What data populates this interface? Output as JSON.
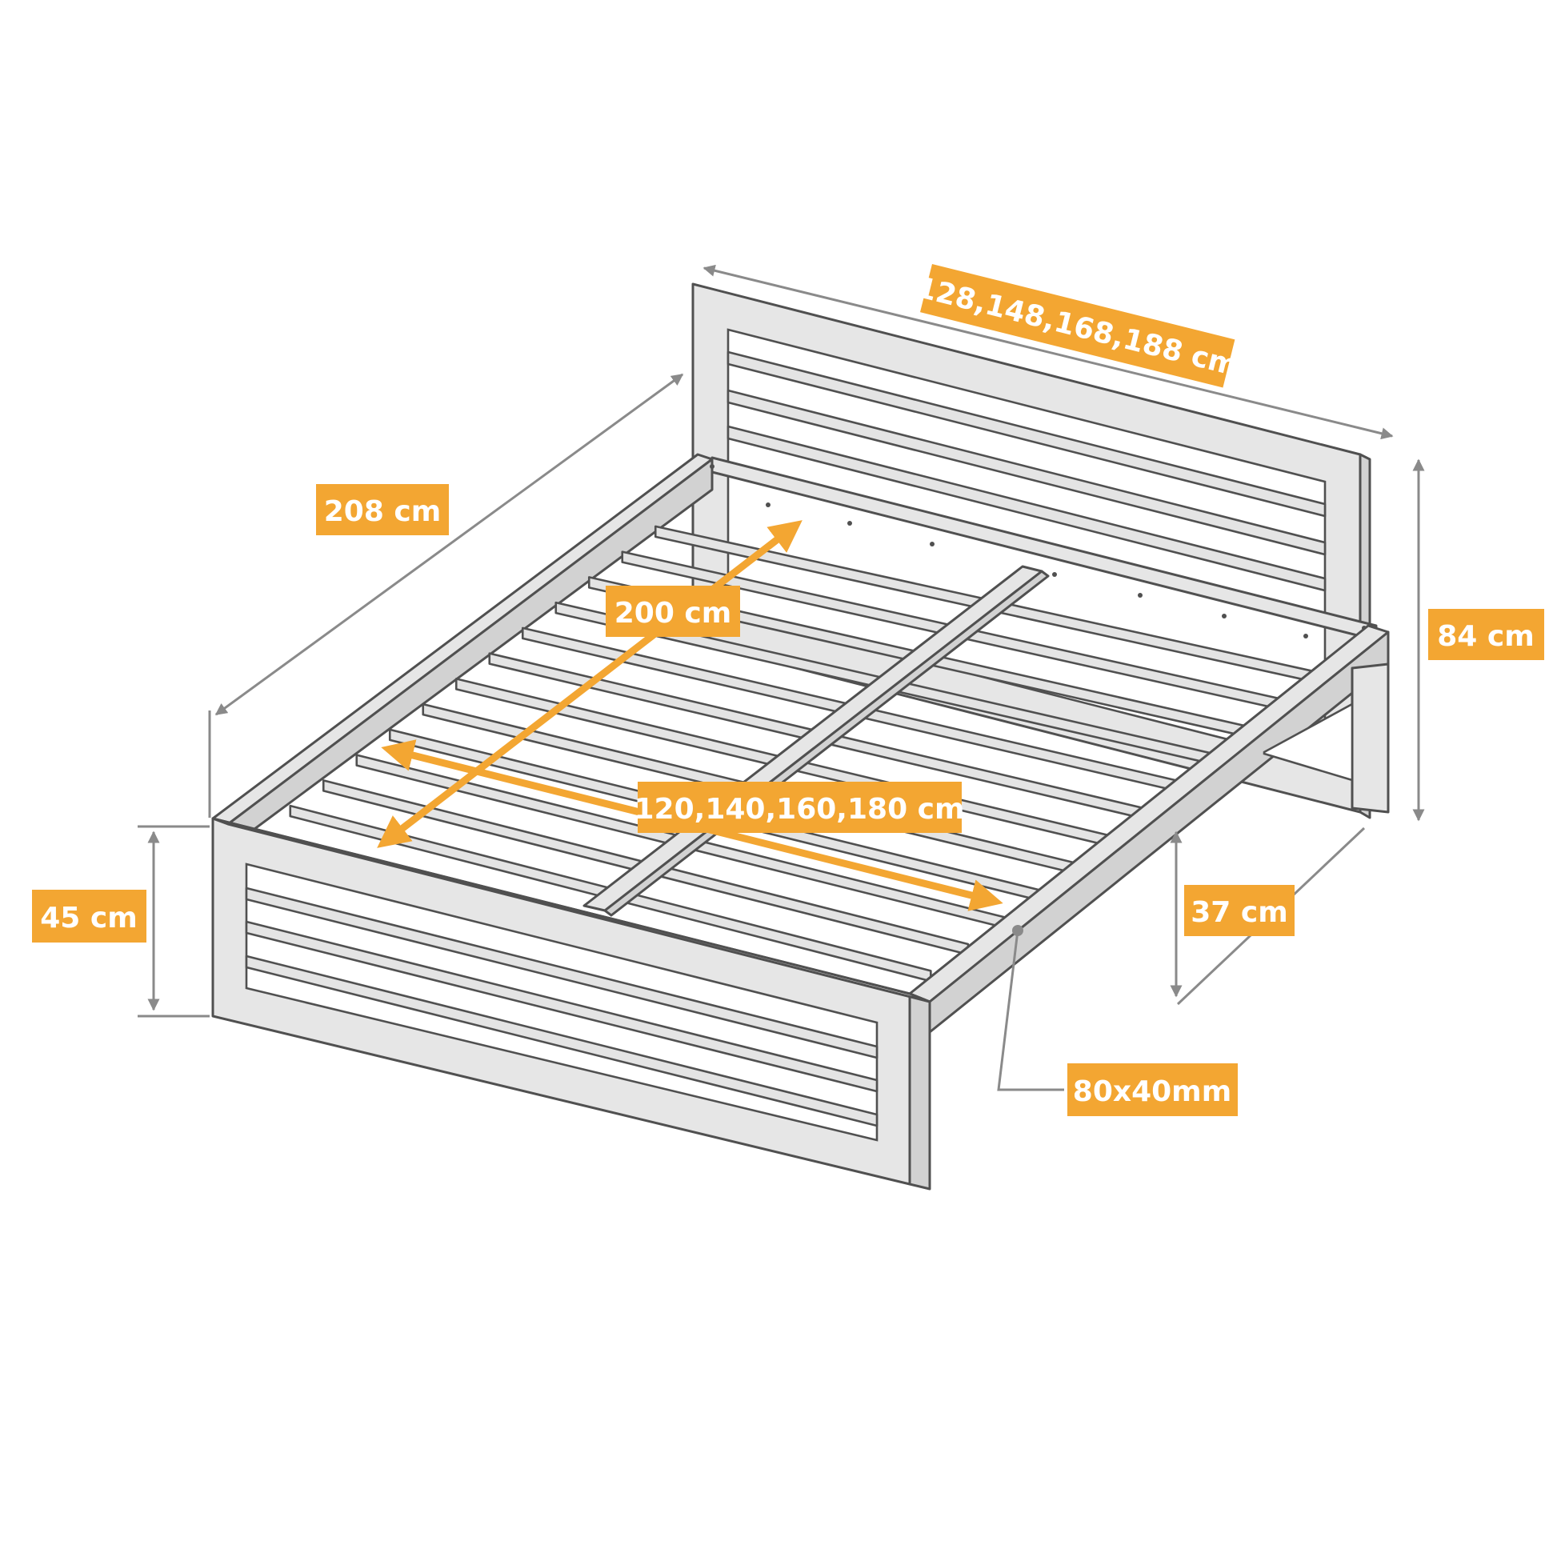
{
  "labels": {
    "headboard_width": "128,148,168,188 cm",
    "total_length": "208 cm",
    "mattress_length": "200 cm",
    "headboard_height": "84 cm",
    "mattress_width": "120,140,160,180 cm",
    "bed_height": "45 cm",
    "under_clearance": "37 cm",
    "profile_size": "80x40mm"
  },
  "colors": {
    "accent": "#f3a632",
    "line": "#505050",
    "dimension": "#8a8a8a",
    "frame_fill": "#e6e6e6"
  }
}
